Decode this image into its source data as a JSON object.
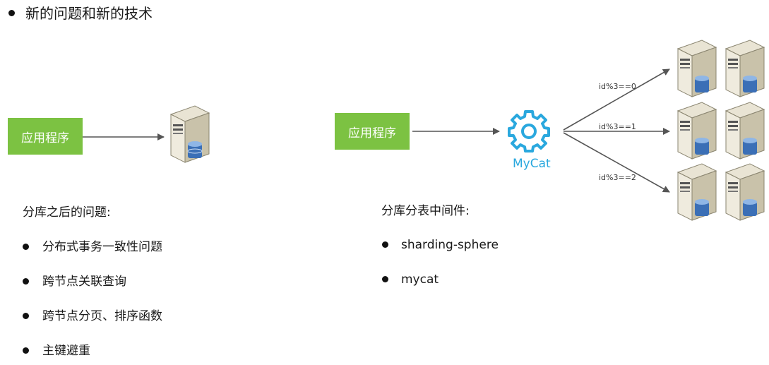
{
  "title": "新的问题和新的技术",
  "left": {
    "app_label": "应用程序",
    "section_title": "分库之后的问题:",
    "items": [
      "分布式事务一致性问题",
      "跨节点关联查询",
      "跨节点分页、排序函数",
      "主键避重"
    ]
  },
  "right": {
    "app_label": "应用程序",
    "middleware_name": "MyCat",
    "routes": [
      "id%3==0",
      "id%3==1",
      "id%3==2"
    ],
    "section_title": "分库分表中间件:",
    "items": [
      "sharding-sphere",
      "mycat"
    ]
  },
  "colors": {
    "app_box": "#7cc242",
    "mycat": "#2aa8de",
    "arrow": "#555555"
  },
  "icons": [
    "server-icon",
    "gear-icon"
  ]
}
